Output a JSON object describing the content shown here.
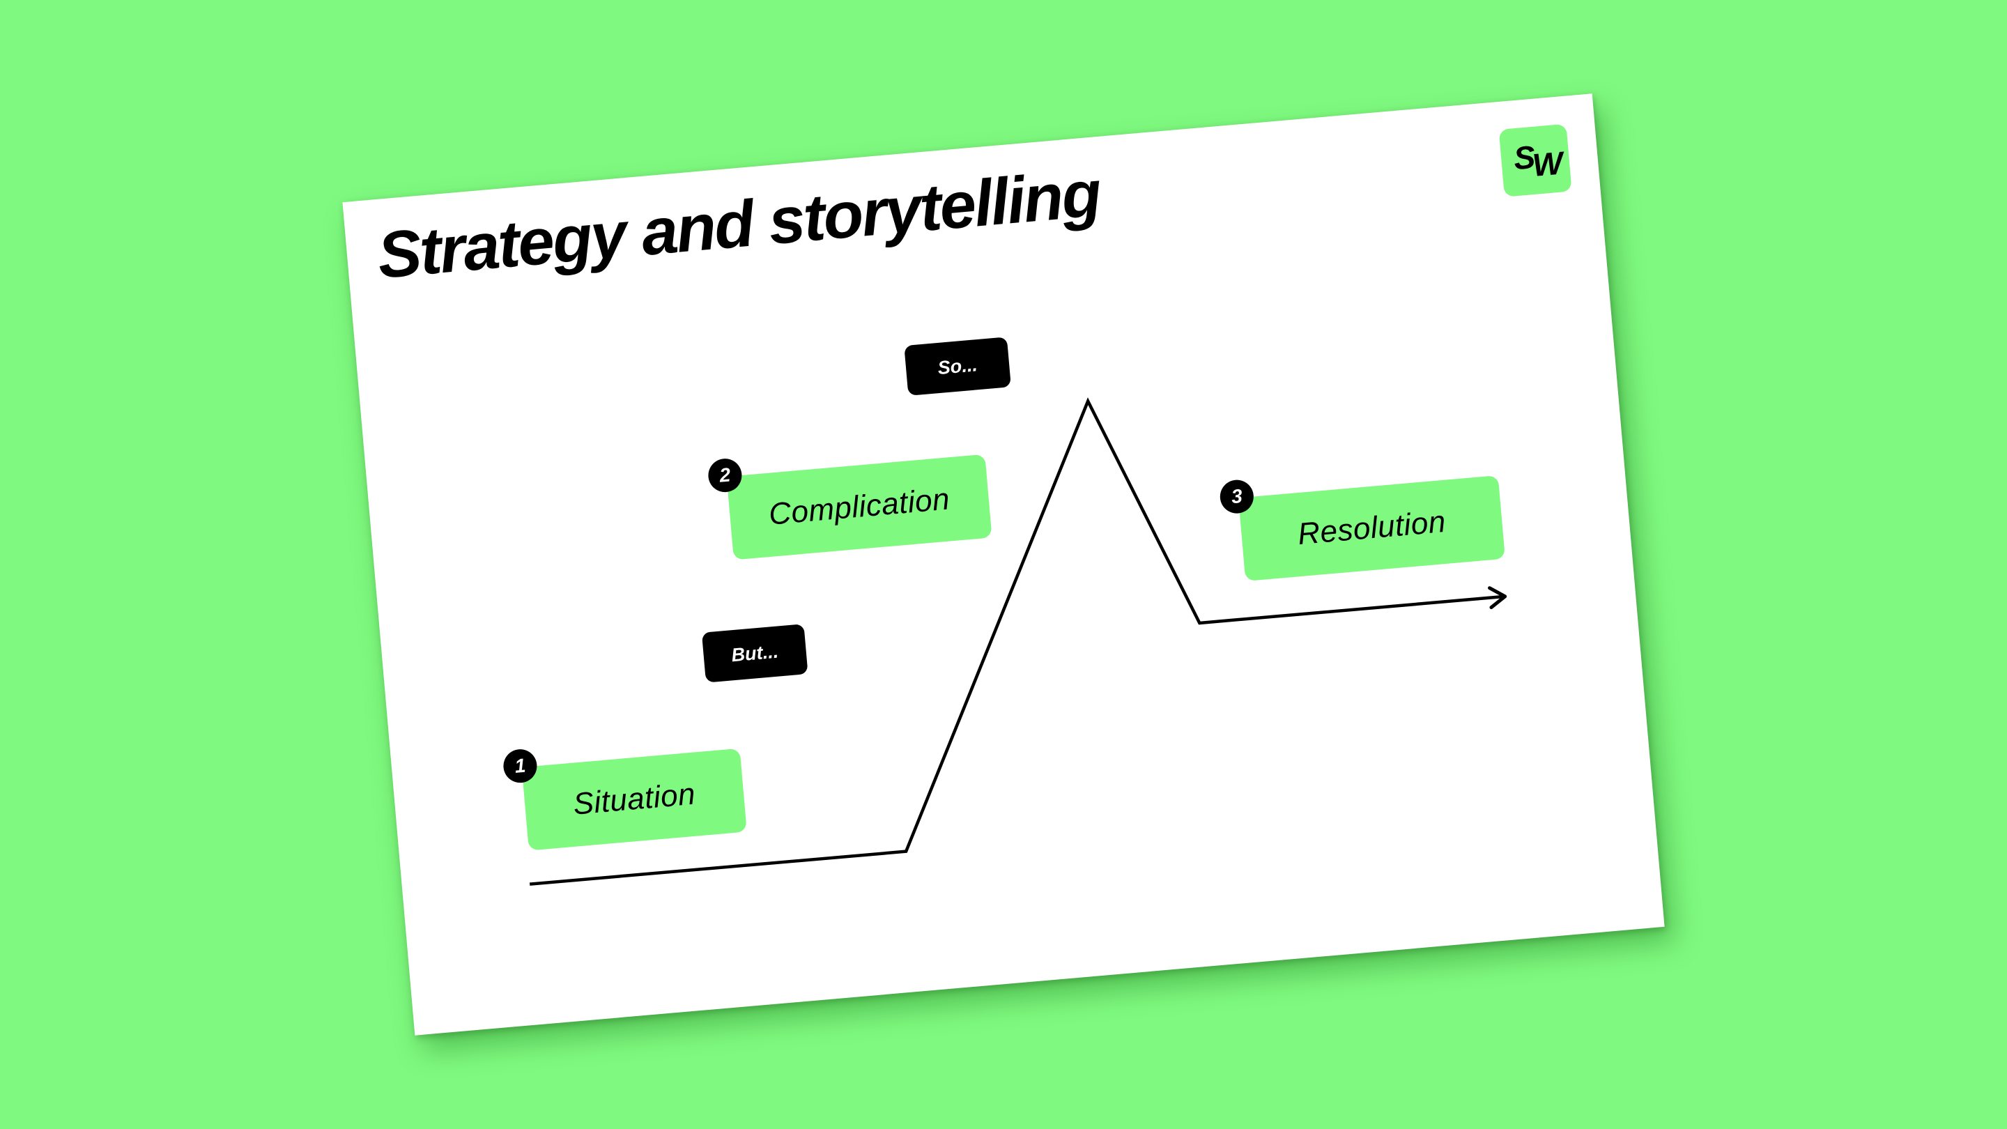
{
  "slide": {
    "title": "Strategy and storytelling",
    "logo": {
      "text_s": "S",
      "text_w": "W",
      "text": "SW"
    },
    "stages": [
      {
        "number": "1",
        "label": "Situation"
      },
      {
        "number": "2",
        "label": "Complication"
      },
      {
        "number": "3",
        "label": "Resolution"
      }
    ],
    "connectors": [
      {
        "label": "But..."
      },
      {
        "label": "So..."
      }
    ]
  },
  "colors": {
    "background": "#7ff97f",
    "accent": "#7ff97f",
    "slide": "#ffffff",
    "ink": "#000000"
  },
  "icons": {
    "story-arc": "story-arc-line-icon",
    "arrow": "arrow-right-icon"
  }
}
